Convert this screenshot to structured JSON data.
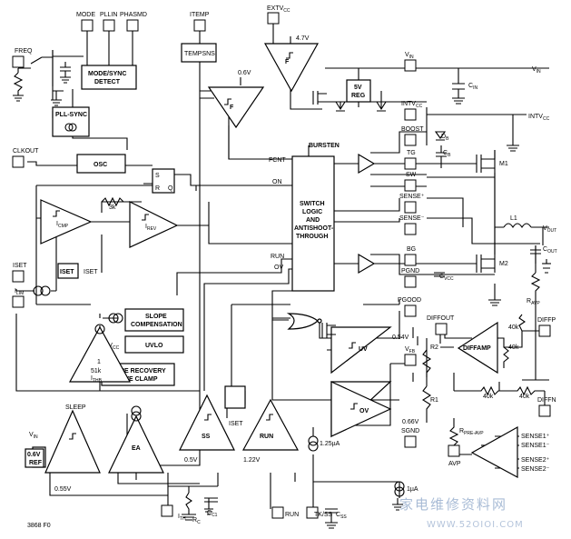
{
  "pins": {
    "mode": "MODE",
    "pllin": "PLLIN",
    "phasmd": "PHASMD",
    "itemp": "ITEMP",
    "extvcc": "EXTV",
    "extvcc_sub": "CC",
    "freq": "FREQ",
    "vin_pin": "V",
    "vin_sub": "IN",
    "intvcc_pin": "INTV",
    "intvcc_sub": "CC",
    "boost": "BOOST",
    "tg": "TG",
    "sw": "SW",
    "sense_plus": "SENSE⁺",
    "sense_minus": "SENSE⁻",
    "bg": "BG",
    "pgnd": "PGND",
    "clkout": "CLKOUT",
    "iset": "ISET",
    "ilim": "I",
    "ilim_sub": "LIM",
    "pgood": "PGOOD",
    "vfb": "V",
    "vfb_sub": "FB",
    "diffout": "DIFFOUT",
    "diffp": "DIFFP",
    "diffn": "DIFFN",
    "sgnd": "SGND",
    "avp": "AVP",
    "sense1p": "SENSE1⁺",
    "sense1m": "SENSE1⁻",
    "sense2p": "SENSE2⁺",
    "sense2m": "SENSE2⁻",
    "ith": "I",
    "ith_sub": "TH",
    "run": "RUN",
    "tkss": "TK/SS",
    "vin_bottom": "V",
    "vin_bottom_sub": "IN"
  },
  "blocks": {
    "tempsns": "TEMPSNS",
    "mode_sync_1": "MODE/SYNC",
    "mode_sync_2": "DETECT",
    "pll_sync": "PLL-SYNC",
    "osc": "OSC",
    "sr_s": "S",
    "sr_r": "R",
    "sr_q": "Q",
    "switch_logic": [
      "SWITCH",
      "LOGIC",
      "AND",
      "ANTISHOOT-",
      "THROUGH"
    ],
    "reg_5v_1": "5V",
    "reg_5v_2": "REG",
    "iset_box": "ISET",
    "slope_comp_1": "SLOPE",
    "slope_comp_2": "COMPENSATION",
    "uvlo": "UVLO",
    "slope_recovery_1": "SLOPE RECOVERY",
    "slope_recovery_2": "ACTIVE CLAMP",
    "ref_1": "0.6V",
    "ref_2": "REF",
    "ea": "EA",
    "ss": "SS",
    "run_cmp": "RUN",
    "diffamp": "DIFFAMP",
    "uv": "UV",
    "ov": "OV",
    "ficmp": "I",
    "ficmp_sub": "CMP",
    "firev": "I",
    "firev_sub": "REV",
    "ithb_1": "1",
    "ithb_2": "51k",
    "ithb_3": "I",
    "ithb_sub": "THB",
    "f_sym": "F"
  },
  "labels": {
    "v47": "4.7V",
    "v06a": "0.6V",
    "burst_en": "BURSTEN",
    "fcnt": "FCNT",
    "on": "ON",
    "r3k": "3k",
    "run_lbl": "RUN",
    "ov_lbl": "OV",
    "intvcc_lbl": "INTV",
    "intvcc_lbl_sub": "CC",
    "sleep": "SLEEP",
    "vin_lbl": "V",
    "vin_lbl_sub": "IN",
    "v055": "0.55V",
    "v05": "0.5V",
    "v122": "1.22V",
    "i125": "1.25µA",
    "i1": "1µA",
    "v054": "0.54V",
    "v066": "0.66V",
    "r2": "R2",
    "r1": "R1",
    "r40k_1": "40k",
    "r40k_2": "40k",
    "r40k_3": "40k",
    "r40k_4": "40k",
    "ravp": "R",
    "ravp_sub": "AVP",
    "rpre": "R",
    "rpre_sub": "PRE-AVP",
    "vin_right": "V",
    "vin_right_sub": "IN",
    "intvcc_right": "INTV",
    "intvcc_right_sub": "CC",
    "vout": "V",
    "vout_sub": "OUT",
    "cin": "C",
    "cin_sub": "IN",
    "cb": "C",
    "cb_sub": "B",
    "db": "D",
    "db_sub": "B",
    "m1": "M1",
    "m2": "M2",
    "l1": "L1",
    "cout": "C",
    "cout_sub": "OUT",
    "cvcc": "C",
    "cvcc_sub": "VCC",
    "rc": "R",
    "rc_sub": "C",
    "cc1": "C",
    "cc1_sub": "C1",
    "css": "C",
    "css_sub": "SS",
    "fig_id": "3868 F0"
  },
  "watermark": {
    "line1": "家电维修资料网",
    "line2": "WWW.52OIOI.COM"
  }
}
